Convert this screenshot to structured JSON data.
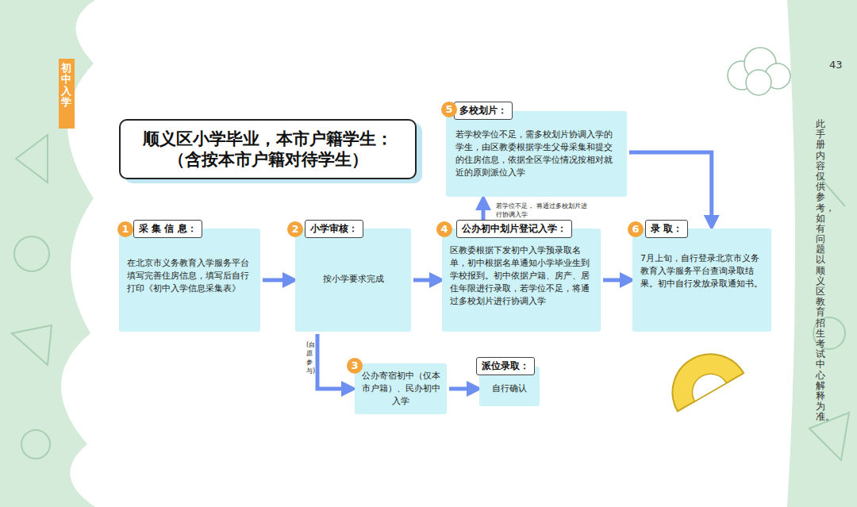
{
  "diagram": {
    "title": "顺义区小学毕业，本市户籍学生： （含按本市户籍对待学生）",
    "nodes": [
      {
        "text": [
          "采 集 信 息：",
          "在北京市义务教育入学服务平台填写完善住房信息，填写后自行打印《初中入学信息采集表》"
        ]
      },
      {
        "text": [
          "小学审核：",
          "按小学要求完成"
        ]
      },
      {
        "text": [
          "公办初中划片登记入学：",
          "区教委根据下发初中入学预录取名单，初中根据名单通知小学毕业生到学校报到。初中依据户籍、房产、居住年限进行录取，若学位不足，将通过多校划片进行协调入学"
        ]
      },
      {
        "text": [
          "多校划片：",
          "若学校学位不足，需多校划片协调入学的学生，由区教委根据学生父母采集和提交的住房信息，依据全区学位情况按相对就近的原则派位入学"
        ]
      },
      {
        "text": [
          "录 取：",
          "7月上旬，自行登录北京市义务教育入学服务平台查询录取结果。初中自行发放录取通知书。"
        ]
      },
      {
        "text": [
          "公办寄宿初中（仅本市户籍）、民办初中入学"
        ]
      },
      {
        "text": [
          "派位录取：",
          "自行确认"
        ]
      }
    ],
    "edges": [
      {
        "from": 0,
        "to": 1,
        "arrow": "to"
      },
      {
        "from": 1,
        "to": 2,
        "arrow": "to"
      },
      {
        "from": 2,
        "to": 3,
        "label": "若学位不足， 将通过多校划片进行协调入学",
        "arrow": "to"
      },
      {
        "from": 2,
        "to": 4,
        "arrow": "to"
      },
      {
        "from": 3,
        "to": 4,
        "arrow": "to"
      },
      {
        "from": 1,
        "to": 5,
        "label": "(自愿参与)",
        "arrow": "to"
      },
      {
        "from": 5,
        "to": 6,
        "arrow": "to"
      }
    ],
    "labels": [
      "1",
      "2",
      "3",
      "4",
      "5",
      "6",
      "初中入学",
      "43",
      "此手册内容仅供参考，如有问题以顺义区教育招生考试中心解释为准。"
    ]
  }
}
